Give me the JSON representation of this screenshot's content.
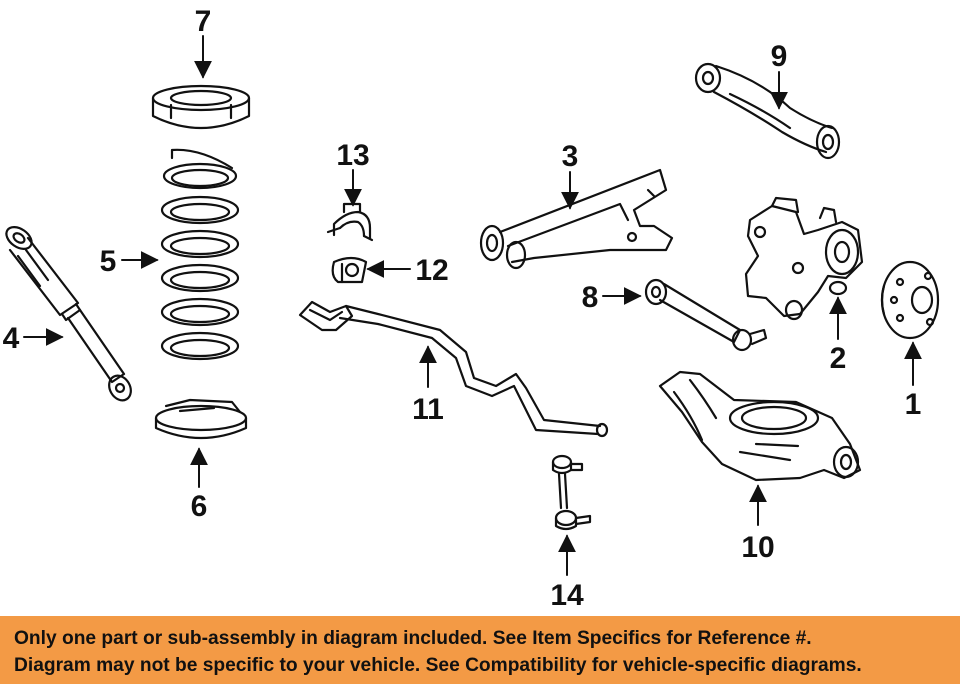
{
  "callouts": {
    "c1": "1",
    "c2": "2",
    "c3": "3",
    "c4": "4",
    "c5": "5",
    "c6": "6",
    "c7": "7",
    "c8": "8",
    "c9": "9",
    "c10": "10",
    "c11": "11",
    "c12": "12",
    "c13": "13",
    "c14": "14"
  },
  "notice": {
    "line1": "Only one part or sub-assembly in diagram included. See Item Specifics for Reference #.",
    "line2": "Diagram may not be specific to your vehicle. See Compatibility for vehicle-specific diagrams."
  },
  "colors": {
    "banner": "#f39a45",
    "line": "#111111"
  }
}
